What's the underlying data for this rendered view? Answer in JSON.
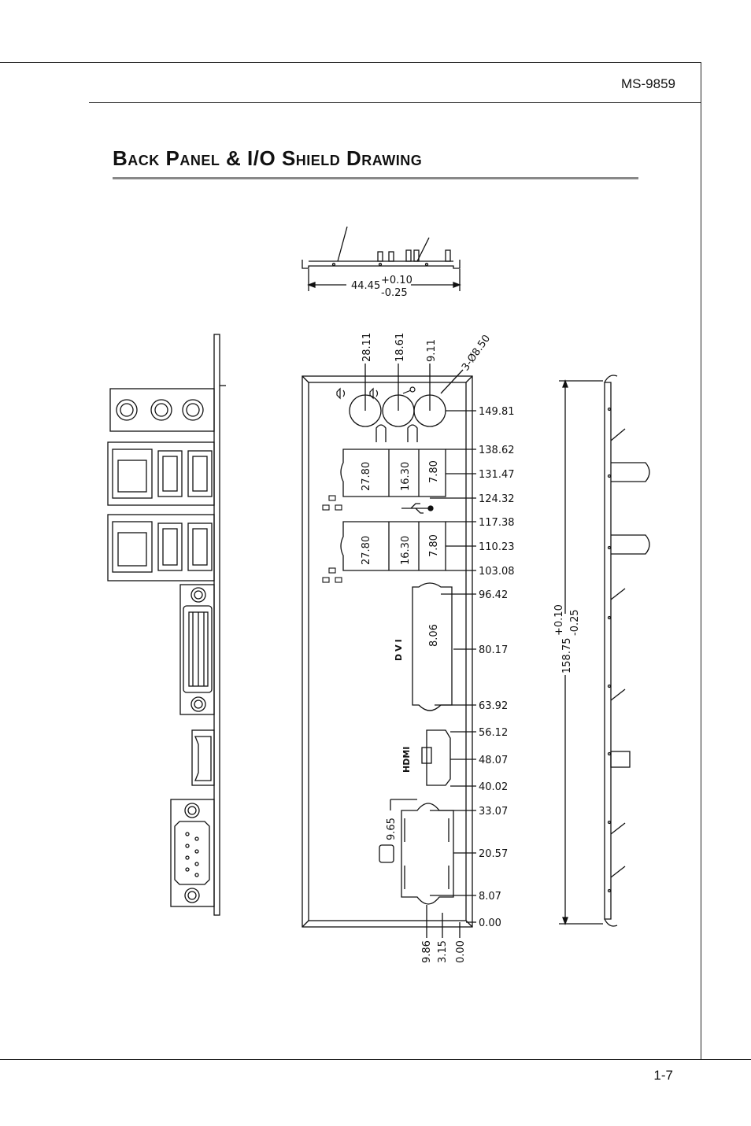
{
  "header": {
    "model": "MS-9859"
  },
  "section": {
    "title": "Back Panel & I/O Shield Drawing"
  },
  "footer": {
    "page_number": "1-7"
  },
  "drawing": {
    "top_view": {
      "width_main": "44.45",
      "tol_plus": "+0.10",
      "tol_minus": "-0.25"
    },
    "top_dims": [
      "28.11",
      "18.61",
      "9.11",
      "3-Ø8.50"
    ],
    "right_dims": [
      "149.81",
      "138.62",
      "131.47",
      "124.32",
      "117.38",
      "110.23",
      "103.08",
      "96.42",
      "80.17",
      "63.92",
      "56.12",
      "48.07",
      "40.02",
      "33.07",
      "20.57",
      "8.07",
      "0.00"
    ],
    "inner_dims": {
      "usb1_a": "27.80",
      "usb1_b": "16.30",
      "usb1_c": "7.80",
      "usb2_a": "27.80",
      "usb2_b": "16.30",
      "usb2_c": "7.80",
      "dvi_w": "8.06",
      "com_w": "9.65"
    },
    "bottom_dims": [
      "9.86",
      "3.15",
      "0.00"
    ],
    "side_view": {
      "height_main": "158.75",
      "tol_plus": "+0.10",
      "tol_minus": "-0.25"
    },
    "port_labels": {
      "dvi": "DVI",
      "hdmi": "HDMI"
    }
  }
}
